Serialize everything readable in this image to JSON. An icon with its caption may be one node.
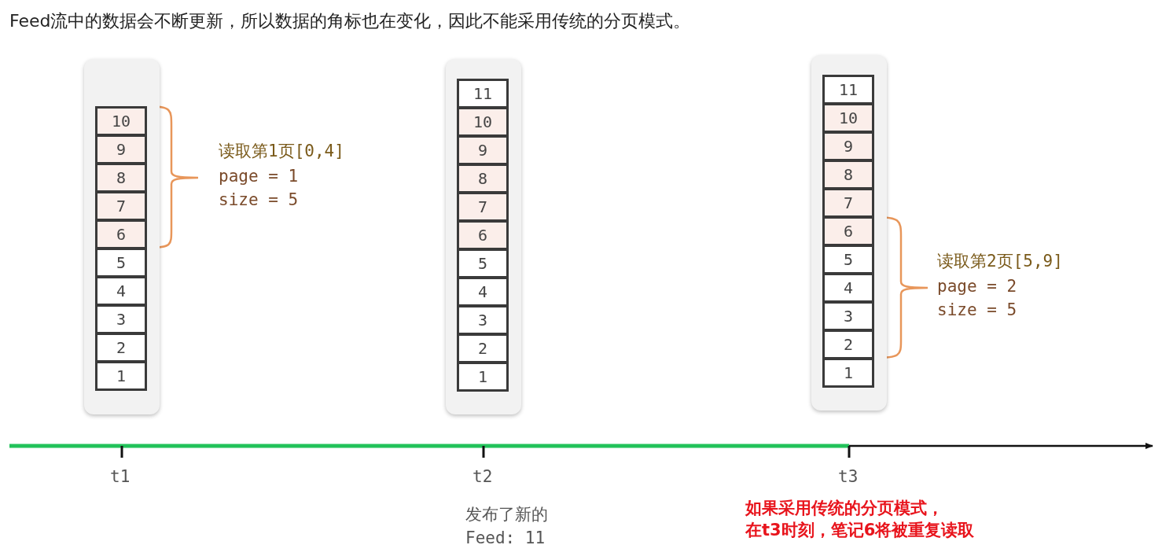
{
  "diagram": {
    "title": "Feed流中的数据会不断更新，所以数据的角标也在变化，因此不能采用传统的分页模式。",
    "nodes": [
      {
        "text": [],
        "shape": "box"
      },
      {
        "text": [
          "10"
        ],
        "in": 0
      },
      {
        "text": [
          "9"
        ],
        "in": 0
      },
      {
        "text": [
          "8"
        ],
        "in": 0
      },
      {
        "text": [
          "7"
        ],
        "in": 0
      },
      {
        "text": [
          "6"
        ],
        "in": 0
      },
      {
        "text": [
          "5"
        ],
        "in": 0
      },
      {
        "text": [
          "4"
        ],
        "in": 0
      },
      {
        "text": [
          "3"
        ],
        "in": 0
      },
      {
        "text": [
          "2"
        ],
        "in": 0
      },
      {
        "text": [
          "1"
        ],
        "in": 0
      },
      {
        "text": [],
        "shape": "box"
      },
      {
        "text": [
          "11"
        ],
        "in": 11
      },
      {
        "text": [
          "10"
        ],
        "in": 11
      },
      {
        "text": [
          "9"
        ],
        "in": 11
      },
      {
        "text": [
          "8"
        ],
        "in": 11
      },
      {
        "text": [
          "7"
        ],
        "in": 11
      },
      {
        "text": [
          "6"
        ],
        "in": 11
      },
      {
        "text": [
          "5"
        ],
        "in": 11
      },
      {
        "text": [
          "4"
        ],
        "in": 11
      },
      {
        "text": [
          "3"
        ],
        "in": 11
      },
      {
        "text": [
          "2"
        ],
        "in": 11
      },
      {
        "text": [
          "1"
        ],
        "in": 11
      },
      {
        "text": [],
        "shape": "box"
      },
      {
        "text": [
          "11"
        ],
        "in": 23
      },
      {
        "text": [
          "10"
        ],
        "in": 23
      },
      {
        "text": [
          "9"
        ],
        "in": 23
      },
      {
        "text": [
          "8"
        ],
        "in": 23
      },
      {
        "text": [
          "7"
        ],
        "in": 23
      },
      {
        "text": [
          "6"
        ],
        "in": 23
      },
      {
        "text": [
          "5"
        ],
        "in": 23
      },
      {
        "text": [
          "4"
        ],
        "in": 23
      },
      {
        "text": [
          "3"
        ],
        "in": 23
      },
      {
        "text": [
          "2"
        ],
        "in": 23
      },
      {
        "text": [
          "1"
        ],
        "in": 23
      }
    ],
    "edges": [],
    "labels": [
      "读取第1页[0,4]",
      "page = 1",
      "size = 5",
      "读取第2页[5,9]",
      "page = 2",
      "size = 5",
      "t1",
      "t2",
      "t3",
      "发布了新的",
      "Feed: 11",
      "如果采用传统的分页模式，在t3时刻，笔记6将被重复读取"
    ]
  }
}
